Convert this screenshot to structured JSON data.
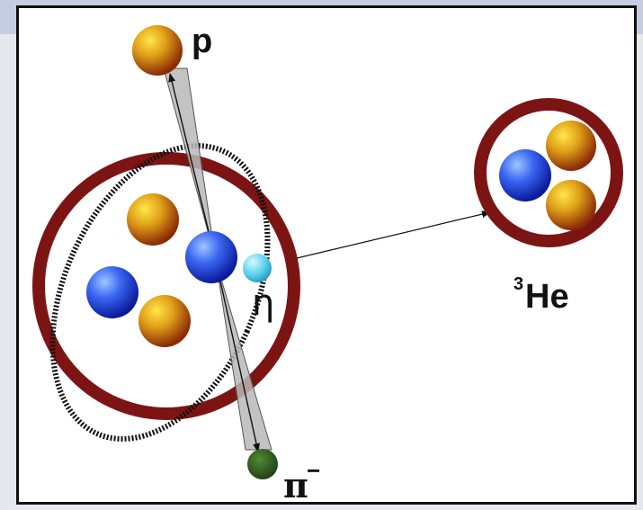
{
  "labels": {
    "proton": "p",
    "eta": "η",
    "pion": "π",
    "pion_charge": "−",
    "helium_mass_number": "3",
    "helium_symbol": "He"
  },
  "colors": {
    "nucleus_ring": "#7d1414",
    "proton_particle": "#d98a12",
    "neutron_particle": "#2a4fe0",
    "eta_meson": "#5fd3f0",
    "pion_particle": "#2f5a1e",
    "cone_fill": "#b8b8b8",
    "interaction_region": "#222222"
  },
  "icons": {
    "proton": "proton-sphere-icon",
    "neutron": "neutron-sphere-icon",
    "eta": "eta-meson-sphere-icon",
    "pion": "pion-sphere-icon"
  }
}
